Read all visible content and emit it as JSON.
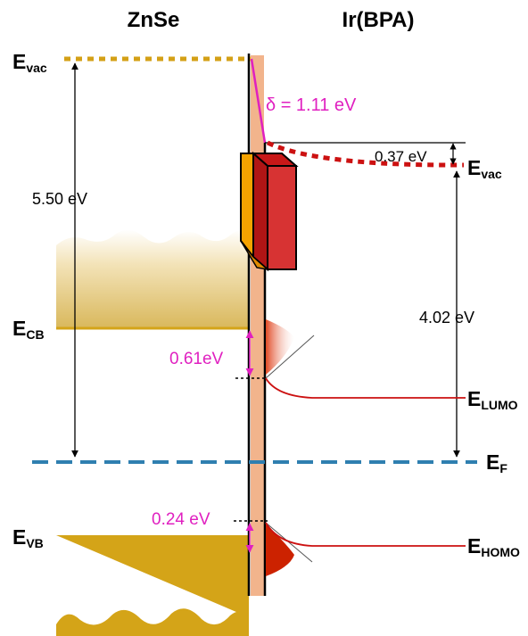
{
  "headers": {
    "left": "ZnSe",
    "right": "Ir(BPA)"
  },
  "labels": {
    "evac_left_main": "E",
    "evac_left_sub": "vac",
    "evac_right_main": "E",
    "evac_right_sub": "vac",
    "ecb_main": "E",
    "ecb_sub": "CB",
    "evb_main": "E",
    "evb_sub": "VB",
    "ef_main": "E",
    "ef_sub": "F",
    "elumo_main": "E",
    "elumo_sub": "LUMO",
    "ehomo_main": "E",
    "ehomo_sub": "HOMO"
  },
  "values": {
    "delta": "δ = 1.11 eV",
    "dipole_shift": "0.37 eV",
    "znse_work_function": "5.50 eV",
    "irbpa_work_function": "4.02 eV",
    "lumo_offset": "0.61eV",
    "homo_offset": "0.24 eV"
  },
  "colors": {
    "vacuum_level_znse": "#d4a017",
    "vacuum_level_irbpa": "#cc1111",
    "fermi_level": "#2f7fb0",
    "magenta_annotation": "#e020c0",
    "interface_layer": "#f2b48c",
    "znse_band": "#d4a418",
    "molecular_levels": "#cc1111",
    "black": "#000000"
  }
}
